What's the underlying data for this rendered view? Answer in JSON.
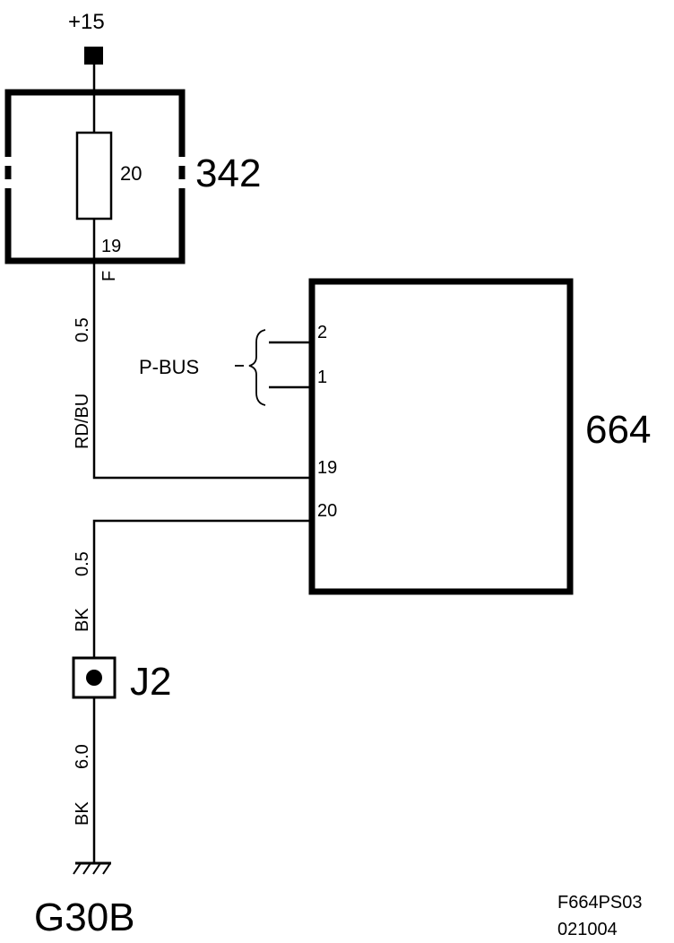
{
  "power": {
    "label": "+15"
  },
  "fuse_box": {
    "id": "342",
    "fuse_rating": "20",
    "pin": "19",
    "pin_code": "F"
  },
  "module": {
    "id": "664",
    "pins": {
      "p2": "2",
      "p1": "1",
      "p19": "19",
      "p20": "20"
    },
    "bus_label": "P-BUS"
  },
  "wires": {
    "upper": {
      "color": "RD/BU",
      "size": "0.5"
    },
    "lower": {
      "color": "BK",
      "size": "0.5"
    },
    "ground": {
      "color": "BK",
      "size": "6.0"
    }
  },
  "junction": {
    "id": "J2"
  },
  "ground": {
    "id": "G30B"
  },
  "footer": {
    "code": "F664PS03",
    "date": "021004"
  }
}
